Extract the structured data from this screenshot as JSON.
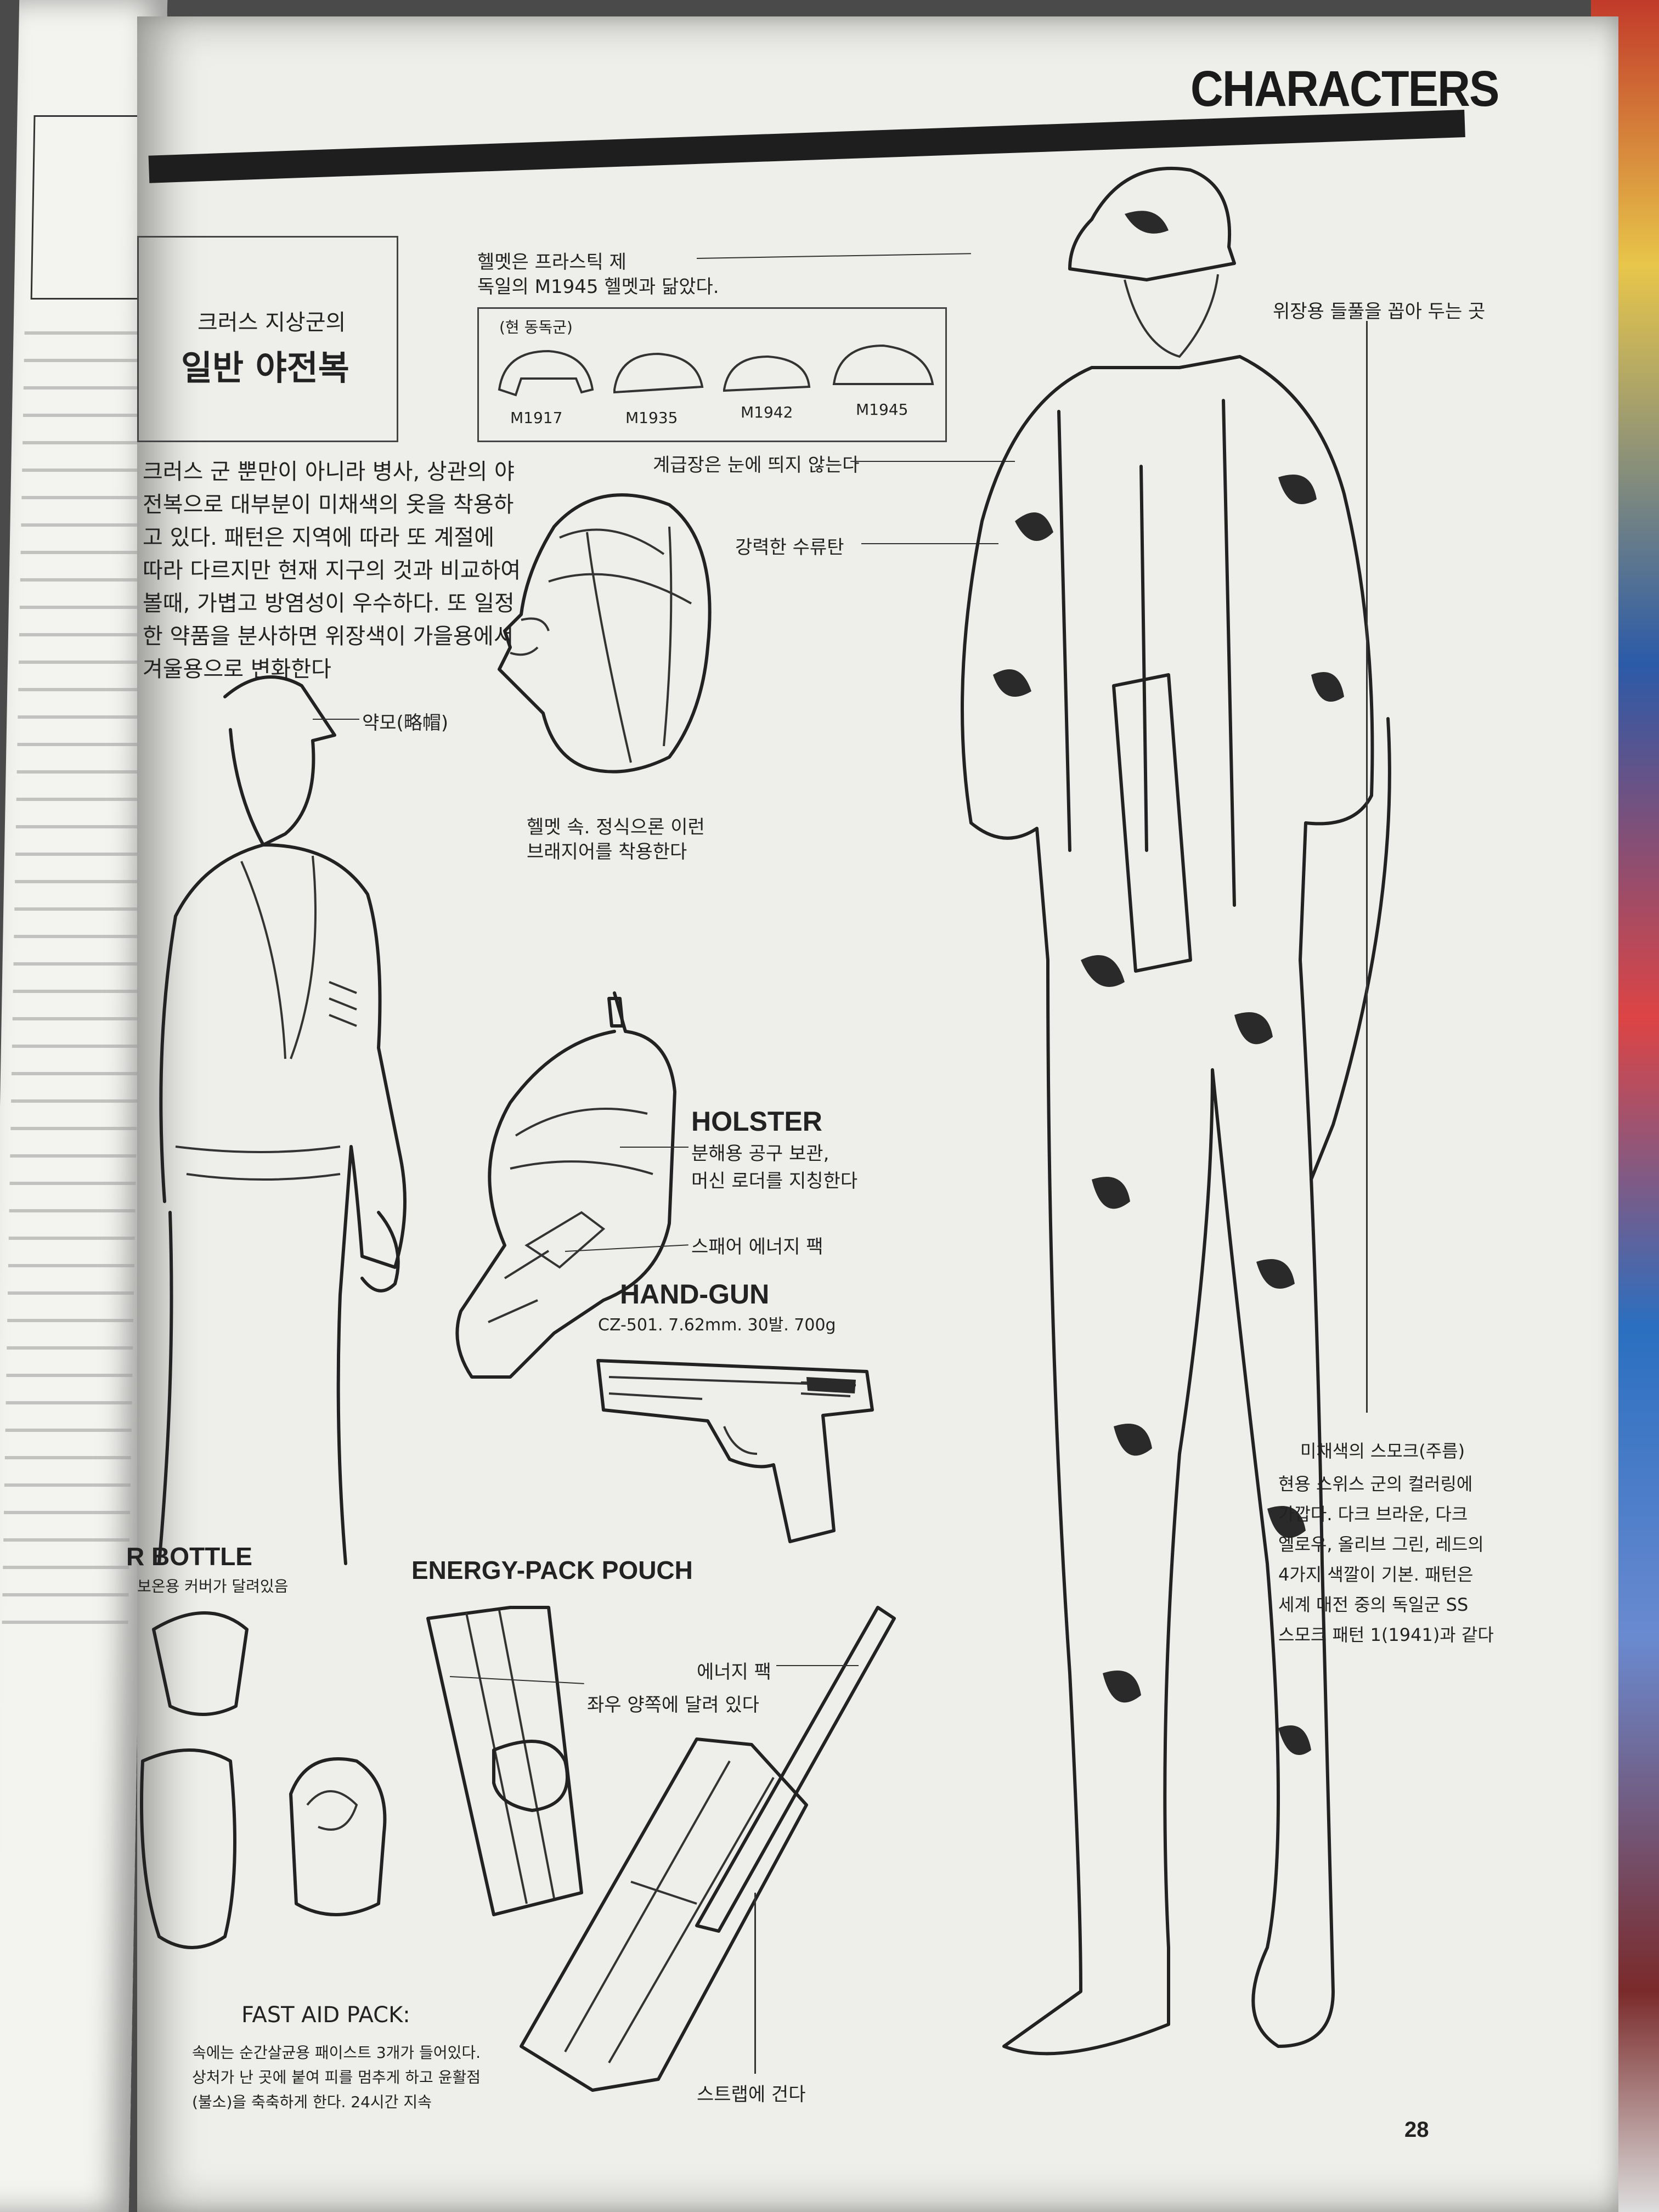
{
  "header": {
    "title": "CHARACTERS"
  },
  "left_page_fragments": {
    "bottle_label": "R BOTTLE",
    "bottle_note": "보온용 커버가 달려있음"
  },
  "sidebar": {
    "subtitle": "크러스 지상군의",
    "title": "일반 야전복",
    "body": "크러스 군 뿐만이 아니라 병사, 상관의 야전복으로 대부분이 미채색의 옷을 착용하고 있다. 패턴은 지역에 따라 또 계절에 따라 다르지만 현재 지구의 것과 비교하여 볼때, 가볍고 방염성이 우수하다. 또 일정한 약품을 분사하면 위장색이 가을용에서 겨울용으로 변화한다"
  },
  "labels": {
    "cap": "약모(略帽)",
    "helmet_note_1": "헬멧은 프라스틱 제",
    "helmet_note_2": "독일의 M1945 헬멧과 닮았다.",
    "helmet_box_caption": "(현 동독군)",
    "helmet_models": [
      "M1917",
      "M1935",
      "M1942",
      "M1945"
    ],
    "rank_insignia": "계급장은 눈에 띄지 않는다",
    "grenade": "강력한 수류탄",
    "helmet_inner_1": "헬멧 속. 정식으론 이런",
    "helmet_inner_2": "브래지어를 착용한다",
    "camo_grass": "위장용 들풀을 꼽아 두는 곳",
    "holster_title": "HOLSTER",
    "holster_1": "분해용 공구 보관,",
    "holster_2": "머신 로더를 지칭한다",
    "spare_energy": "스패어 에너지 팩",
    "handgun_title": "HAND-GUN",
    "handgun_spec": "CZ-501. 7.62mm. 30발. 700g",
    "smock_title": "미채색의 스모크(주름)",
    "smock_lines": [
      "현용 스위스 군의 컬러링에",
      "가깝다. 다크 브라운, 다크",
      "엘로우, 올리브 그린, 레드의",
      "4가지 색깔이 기본. 패턴은",
      "세계 대전 중의 독일군 SS",
      "스모크 패턴 1(1941)과 같다"
    ],
    "energy_pouch_title": "ENERGY-PACK POUCH",
    "energy_pack": "에너지 팩",
    "both_sides": "좌우 양쪽에 달려 있다",
    "strap": "스트랩에 건다",
    "first_aid_title": "FAST AID PACK:",
    "first_aid_lines": [
      "속에는 순간살균용 패이스트 3개가 들어있다.",
      "상처가 난 곳에 붙여 피를 멈추게 하고 윤활점",
      "(불소)을 축축하게 한다. 24시간 지속"
    ]
  },
  "page_number": "28"
}
